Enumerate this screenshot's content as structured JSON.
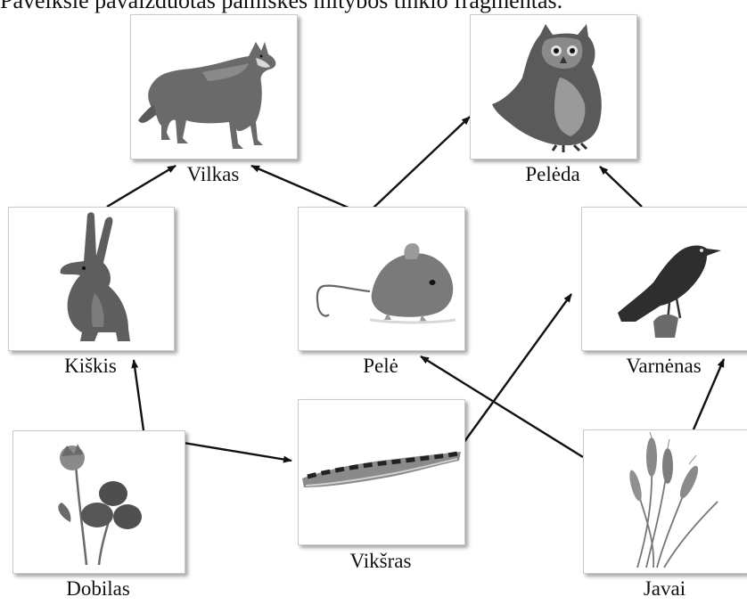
{
  "heading": "Paveiksle pavaizduotas pamiškės mitybos tinklo fragmentas.",
  "organisms": {
    "vilkas": {
      "label": "Vilkas",
      "icon": "wolf-image"
    },
    "peleda": {
      "label": "Pelėda",
      "icon": "owl-image"
    },
    "kiskis": {
      "label": "Kiškis",
      "icon": "hare-image"
    },
    "pele": {
      "label": "Pelė",
      "icon": "mouse-image"
    },
    "varnenas": {
      "label": "Varnėnas",
      "icon": "starling-image"
    },
    "dobilas": {
      "label": "Dobilas",
      "icon": "clover-image"
    },
    "viksras": {
      "label": "Vikšras",
      "icon": "caterpillar-image"
    },
    "javai": {
      "label": "Javai",
      "icon": "grain-image"
    }
  },
  "food_links": [
    {
      "from": "kiskis",
      "to": "vilkas"
    },
    {
      "from": "pele",
      "to": "vilkas"
    },
    {
      "from": "pele",
      "to": "peleda"
    },
    {
      "from": "varnenas",
      "to": "peleda"
    },
    {
      "from": "dobilas",
      "to": "kiskis"
    },
    {
      "from": "dobilas",
      "to": "viksras"
    },
    {
      "from": "viksras",
      "to": "varnenas"
    },
    {
      "from": "javai",
      "to": "pele"
    },
    {
      "from": "javai",
      "to": "varnenas"
    }
  ],
  "colors": {
    "arrow": "#111111",
    "card_border": "#c9c9c9"
  }
}
